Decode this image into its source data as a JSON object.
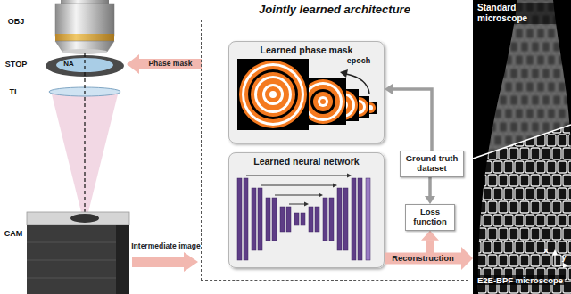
{
  "diagram": {
    "nodes": [
      {
        "text": [
          "Jointly learned architecture"
        ]
      },
      {
        "text": [
          "Learned phase mask"
        ],
        "in": 0
      },
      {
        "text": [
          "Learned neural network"
        ],
        "in": 0
      },
      {
        "text": [
          "Ground truth dataset"
        ],
        "in": 0
      },
      {
        "text": [
          "Loss function"
        ],
        "in": 0
      },
      {
        "text": [
          "Standard microscope",
          "E2E-BPF microscope"
        ]
      }
    ],
    "edges": [
      {
        "from": 3,
        "to": 1,
        "arrow": "to"
      },
      {
        "from": 3,
        "to": 4,
        "arrow": "to"
      },
      {
        "from": 2,
        "to": 4,
        "arrow": "to"
      },
      {
        "from": 2,
        "to": 5,
        "label": "Reconstruction",
        "arrow": "to"
      }
    ],
    "labels": [
      "OBJ",
      "STOP",
      "NA",
      "TL",
      "CAM",
      "Phase mask",
      "epoch",
      "Intermediate image",
      "x",
      "y"
    ]
  }
}
